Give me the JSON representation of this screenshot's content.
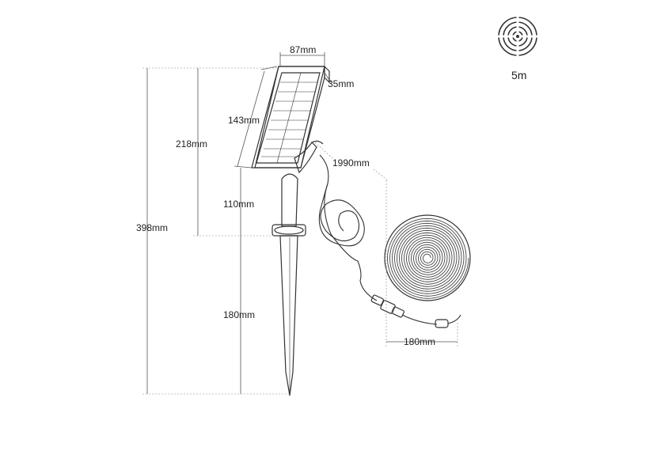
{
  "dimensions": {
    "panel_width": "87mm",
    "panel_depth": "35mm",
    "panel_height": "143mm",
    "upper_height": "218mm",
    "total_height": "398mm",
    "stake_neck": "110mm",
    "stake_length": "180mm",
    "cable_length": "1990mm",
    "coil_width": "180mm"
  },
  "strip_length": "5m",
  "icon": "led-strip-coil-icon"
}
